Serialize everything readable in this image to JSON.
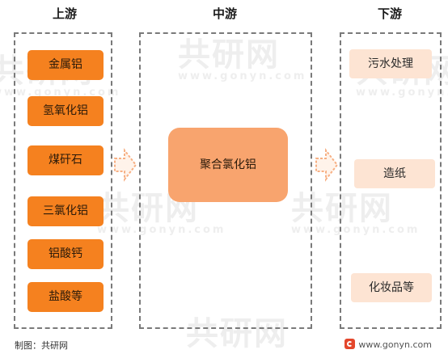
{
  "columns": {
    "upstream": {
      "label": "上游"
    },
    "midstream": {
      "label": "中游"
    },
    "downstream": {
      "label": "下游"
    }
  },
  "upstream_items": [
    "金属铝",
    "氢氧化铝",
    "煤矸石",
    "三氯化铝",
    "铝酸钙",
    "盐酸等"
  ],
  "midstream_item": "聚合氯化铝",
  "downstream_items": [
    "污水处理",
    "造纸",
    "化妆品等"
  ],
  "footer": {
    "source": "制图：共研网",
    "site": "www.gonyn.com"
  },
  "watermark": {
    "brand": "共研网",
    "url": "www.gonyn.com"
  },
  "colors": {
    "upstream_box": "#f5811f",
    "midstream_box": "#f8a46e",
    "downstream_box": "#fde4d3",
    "dashed_border": "#7a7a7a",
    "arrow": "#f7b084"
  }
}
